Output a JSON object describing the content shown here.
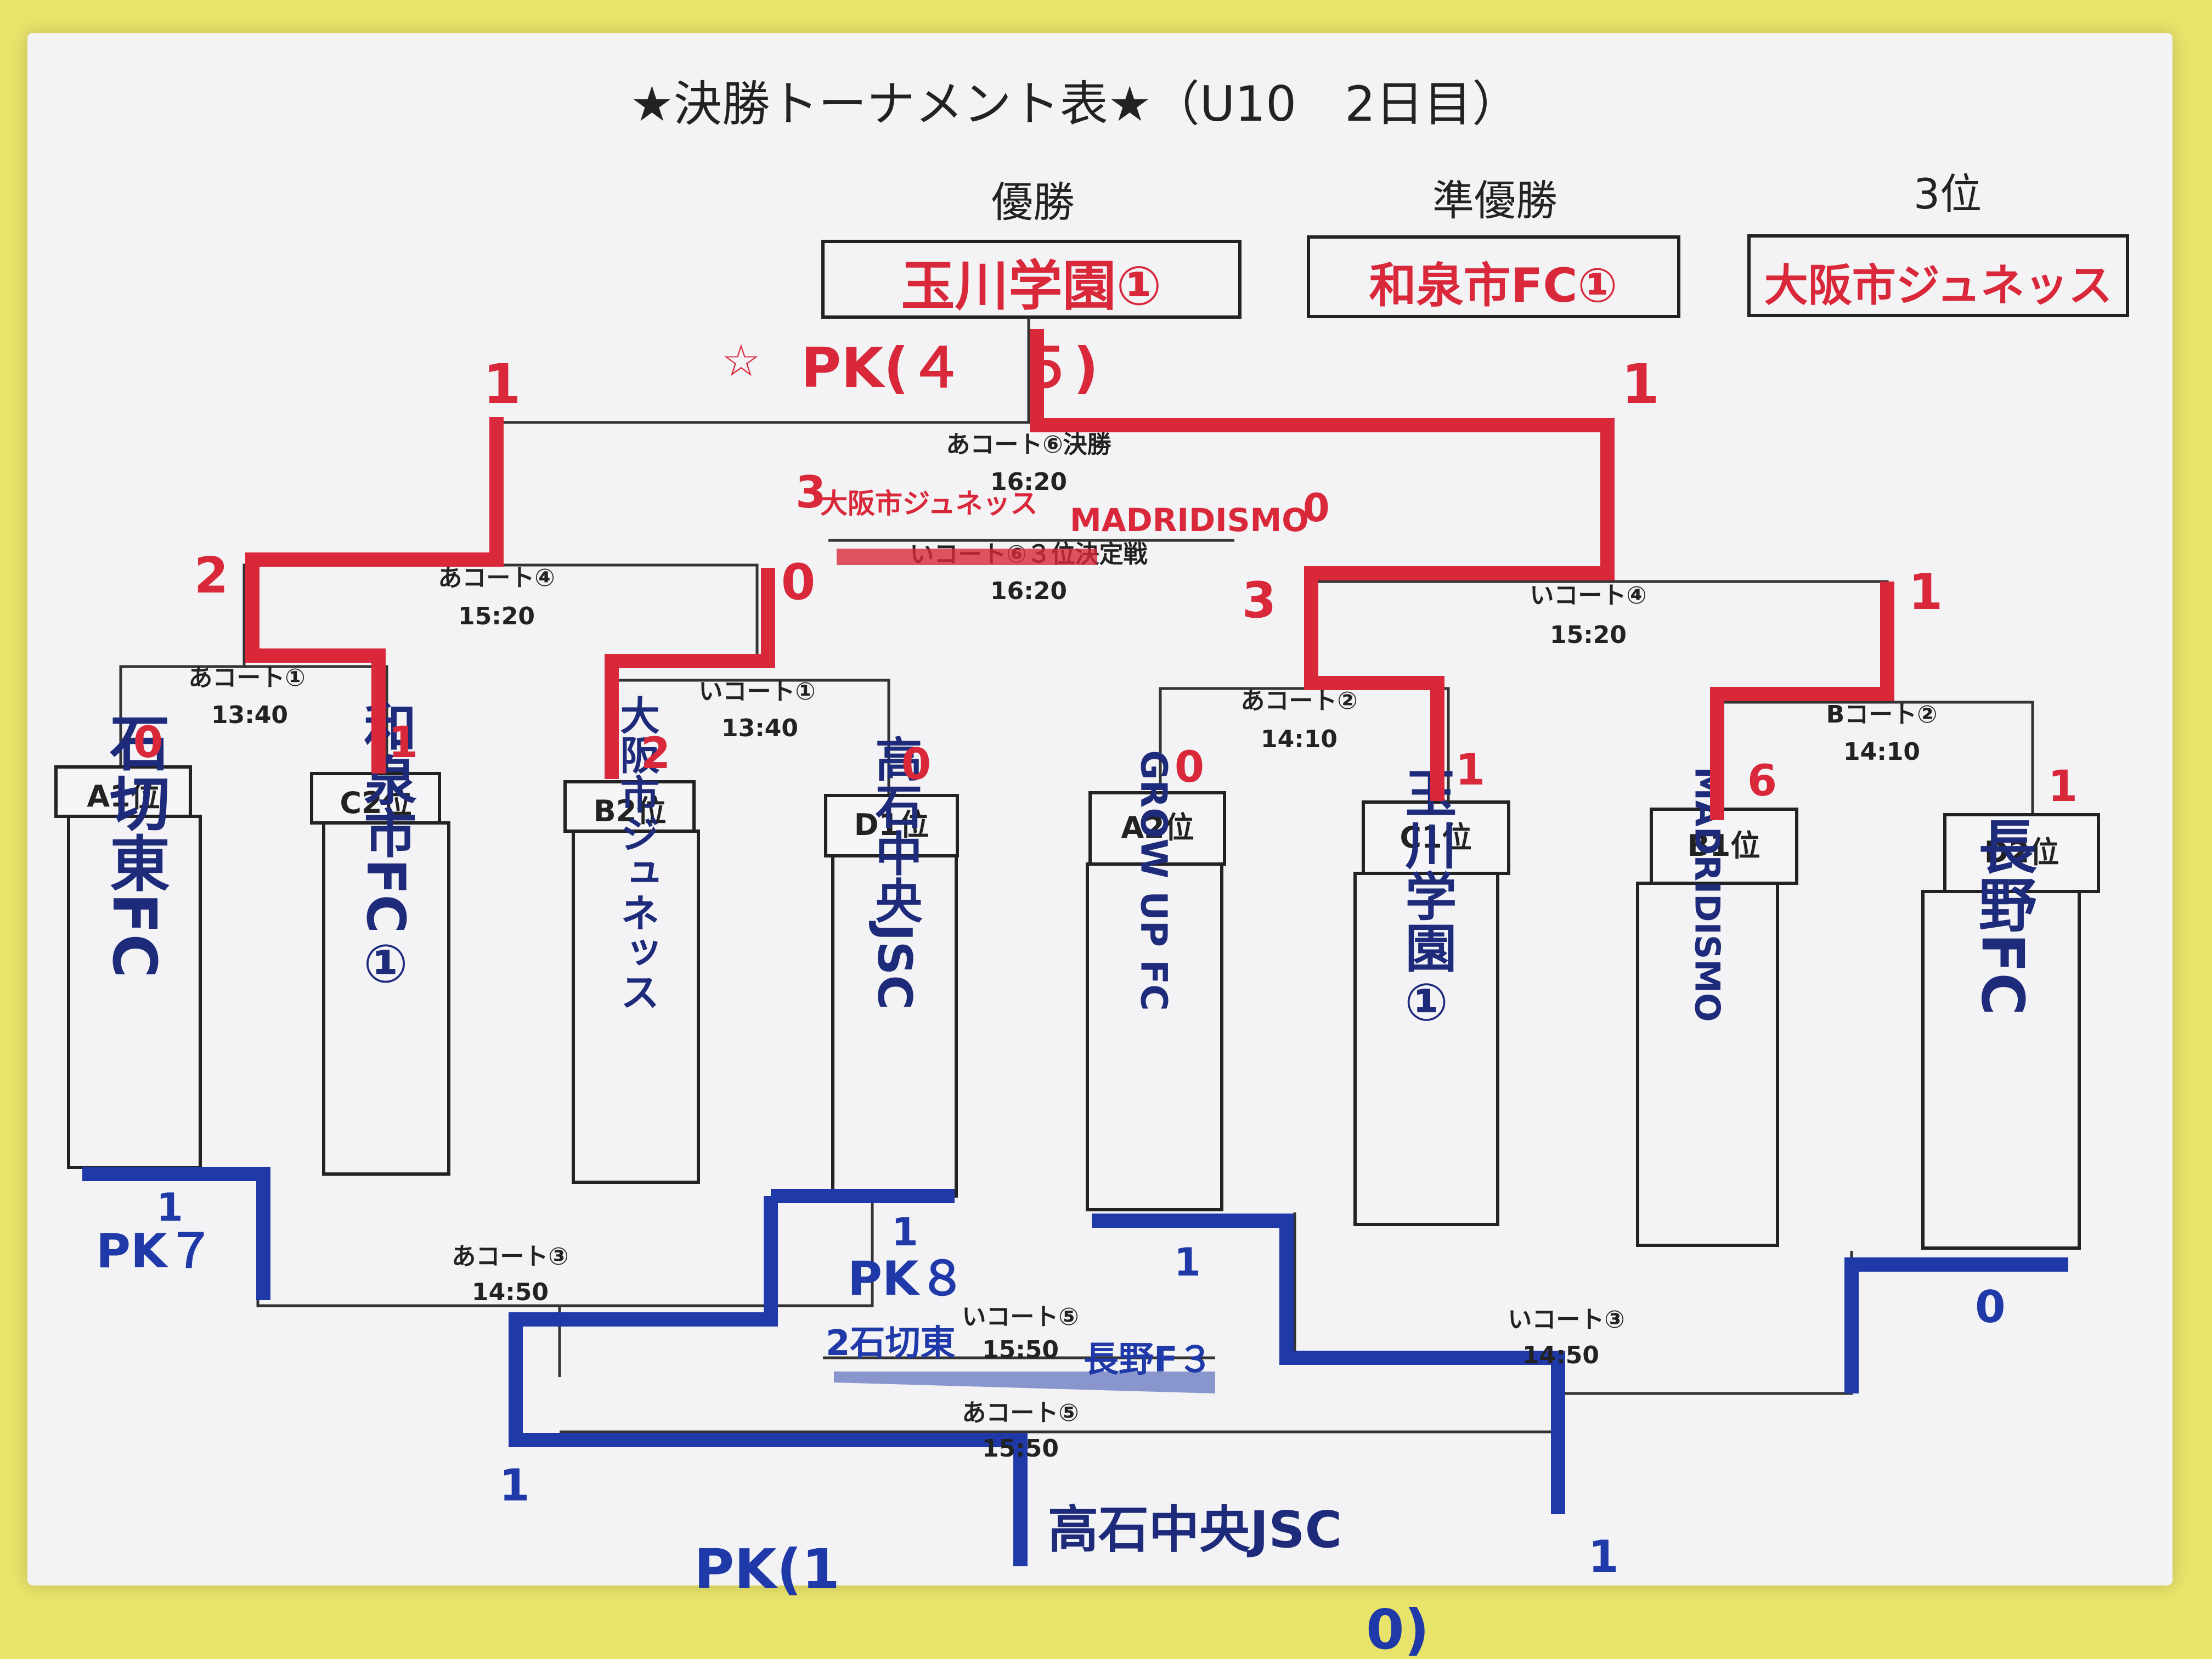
{
  "title": "★決勝トーナメント表★（U10　2日目）",
  "results": {
    "champion_label": "優勝",
    "champion": "玉川学園①",
    "runner_up_label": "準優勝",
    "runner_up": "和泉市FC①",
    "third_label": "3位",
    "third": "大阪市ジュネッス"
  },
  "final_pk": "PK(４　５)",
  "final_pk_mark": "☆",
  "seeds": [
    {
      "label": "A1位",
      "team": "石切東FC",
      "score": "0"
    },
    {
      "label": "C2位",
      "team": "和泉市FC①",
      "score": "1"
    },
    {
      "label": "B2位",
      "team": "大阪市ジュネッス",
      "score": "2"
    },
    {
      "label": "D1位",
      "team": "高石中央JSC",
      "score": "0"
    },
    {
      "label": "A2位",
      "team": "GROW UP FC",
      "score": "0"
    },
    {
      "label": "C1位",
      "team": "玉川学園①",
      "score": "1"
    },
    {
      "label": "B1位",
      "team": "MADRIDISMO",
      "score": "6"
    },
    {
      "label": "D2位",
      "team": "長野FC",
      "score": "1"
    }
  ],
  "upper_matches": {
    "m1_court": "あコート①",
    "m1_time": "13:40",
    "m2_court": "いコート①",
    "m2_time": "13:40",
    "m3_court": "あコート②",
    "m3_time": "14:10",
    "m4_court": "Bコート②",
    "m4_time": "14:10",
    "sf1_court": "あコート④",
    "sf1_time": "15:20",
    "sf2_court": "いコート④",
    "sf2_time": "15:20",
    "final_court": "あコート⑥決勝",
    "final_time": "16:20",
    "third_court": "いコート⑥３位決定戦",
    "third_time": "16:20"
  },
  "upper_scores": {
    "sf1_left": "2",
    "sf1_right": "0",
    "sf2_left": "3",
    "sf2_right": "1",
    "final_left": "1",
    "final_right": "1",
    "third_left_score": "3",
    "third_left_team": "大阪市ジュネッス",
    "third_right_team": "MADRIDISMO",
    "third_right_score": "0"
  },
  "lower_matches": {
    "lm1_court": "あコート③",
    "lm1_time": "14:50",
    "lm2_court": "いコート③",
    "lm2_time": "14:50",
    "lm3_court": "いコート⑤",
    "lm3_time": "15:50",
    "lm4_court": "あコート⑤",
    "lm4_time": "15:50"
  },
  "lower_scores": {
    "a1_low": "1",
    "a1_pk": "PK７",
    "d1_low": "1",
    "d1_pk": "PK８",
    "a2_low": "1",
    "d2_low": "0",
    "lm3_left": "2石切東",
    "lm3_right": "長野F３",
    "lm4_left": "1",
    "lm4_right": "1",
    "lm4_winner": "高石中央JSC",
    "lm4_pk_left": "PK(1",
    "lm4_pk_right": "0)"
  },
  "colors": {
    "red": "#d8283a",
    "blue": "#1f3aa8",
    "navy": "#1e2a7a",
    "ink": "#222222"
  }
}
